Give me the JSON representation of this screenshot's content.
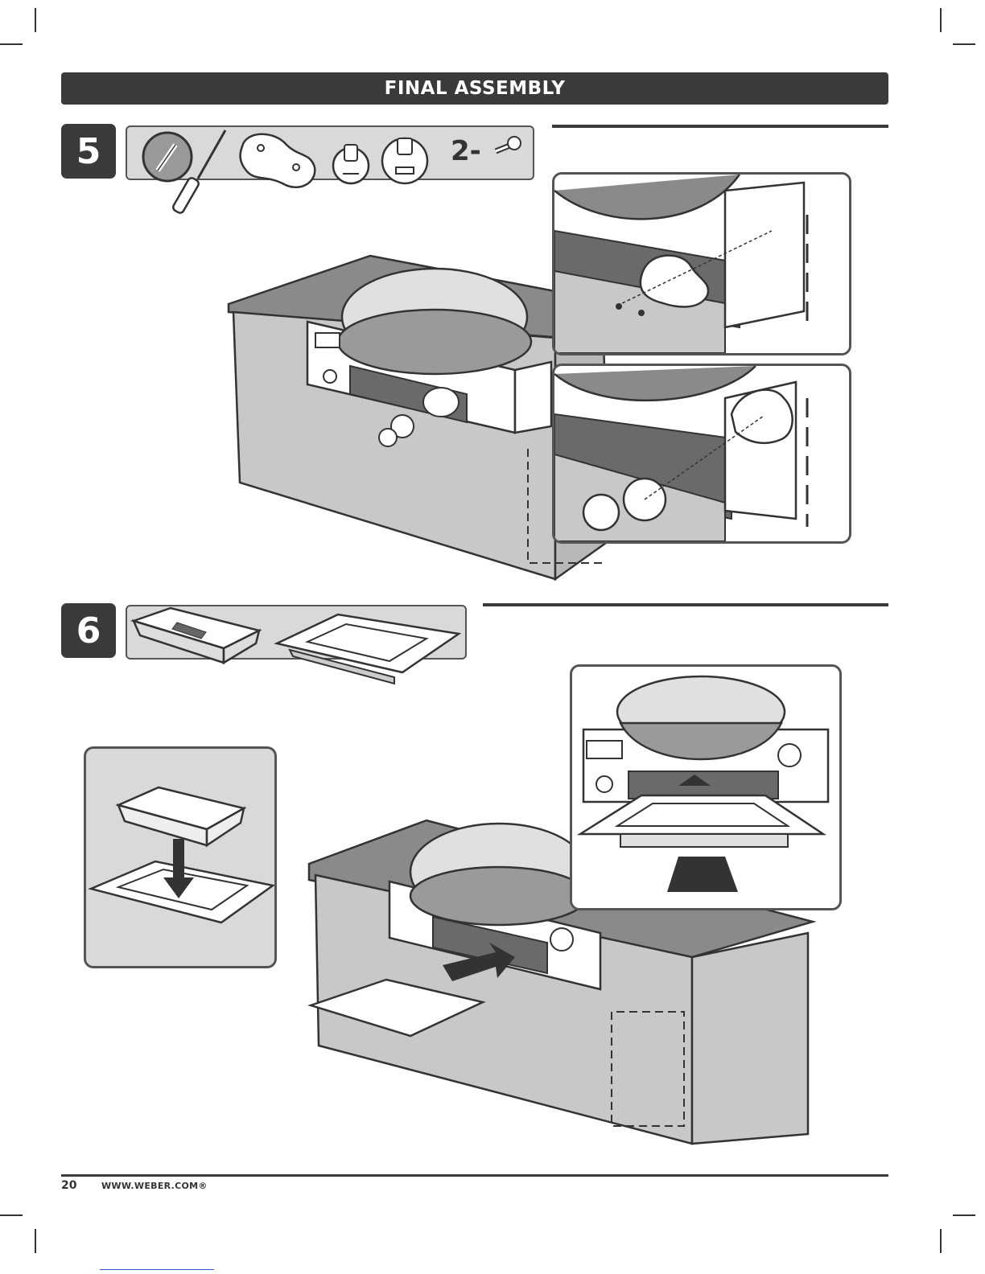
{
  "header": {
    "title": "FINAL ASSEMBLY"
  },
  "steps": [
    {
      "number": "5",
      "parts_quantity": "2-"
    },
    {
      "number": "6"
    }
  ],
  "footer": {
    "page_number": "20",
    "website": "WWW.WEBER.COM®"
  },
  "colors": {
    "bar": "#3a3a3a",
    "parts_bg": "#d9d9d9",
    "island_gray": "#c8c8c8",
    "counter_gray": "#8a8a8a"
  }
}
